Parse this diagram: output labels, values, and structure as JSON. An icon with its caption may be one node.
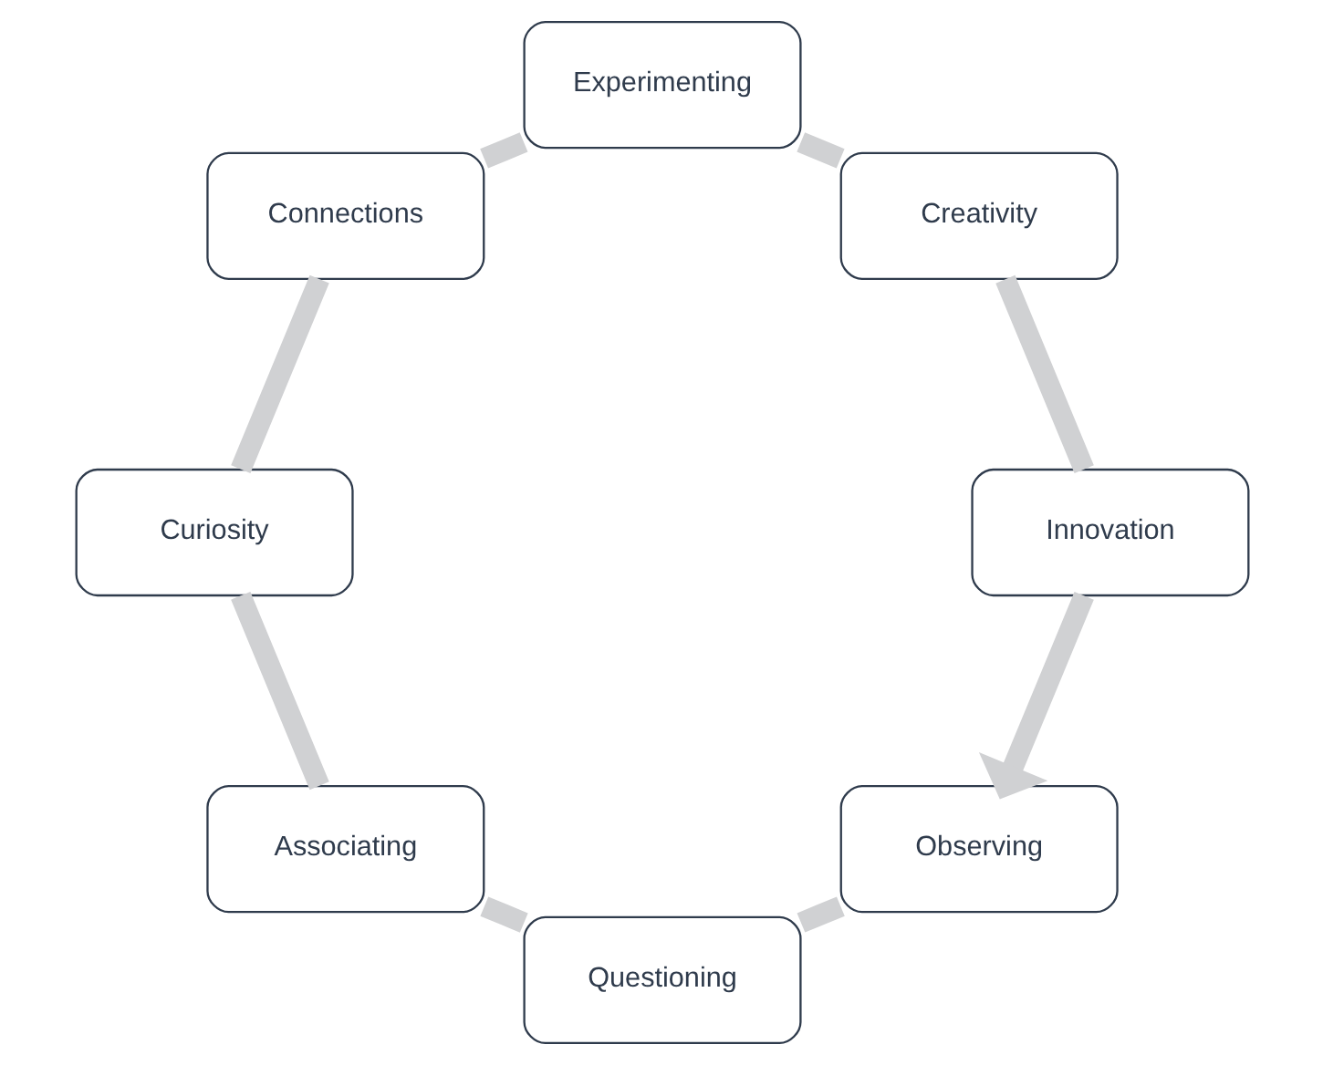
{
  "diagram": {
    "nodes": [
      {
        "text": [
          "Observing"
        ]
      },
      {
        "text": [
          "Questioning"
        ]
      },
      {
        "text": [
          "Associating"
        ]
      },
      {
        "text": [
          "Curiosity"
        ]
      },
      {
        "text": [
          "Connections"
        ]
      },
      {
        "text": [
          "Experimenting"
        ]
      },
      {
        "text": [
          "Creativity"
        ]
      },
      {
        "text": [
          "Innovation"
        ]
      }
    ],
    "edges": [
      {
        "from": 0,
        "to": 1,
        "arrow": "none"
      },
      {
        "from": 1,
        "to": 2,
        "arrow": "none"
      },
      {
        "from": 2,
        "to": 3,
        "arrow": "none"
      },
      {
        "from": 3,
        "to": 4,
        "arrow": "none"
      },
      {
        "from": 4,
        "to": 5,
        "arrow": "none"
      },
      {
        "from": 5,
        "to": 6,
        "arrow": "none"
      },
      {
        "from": 6,
        "to": 7,
        "arrow": "none"
      },
      {
        "from": 7,
        "to": 0,
        "arrow": "to"
      }
    ]
  }
}
